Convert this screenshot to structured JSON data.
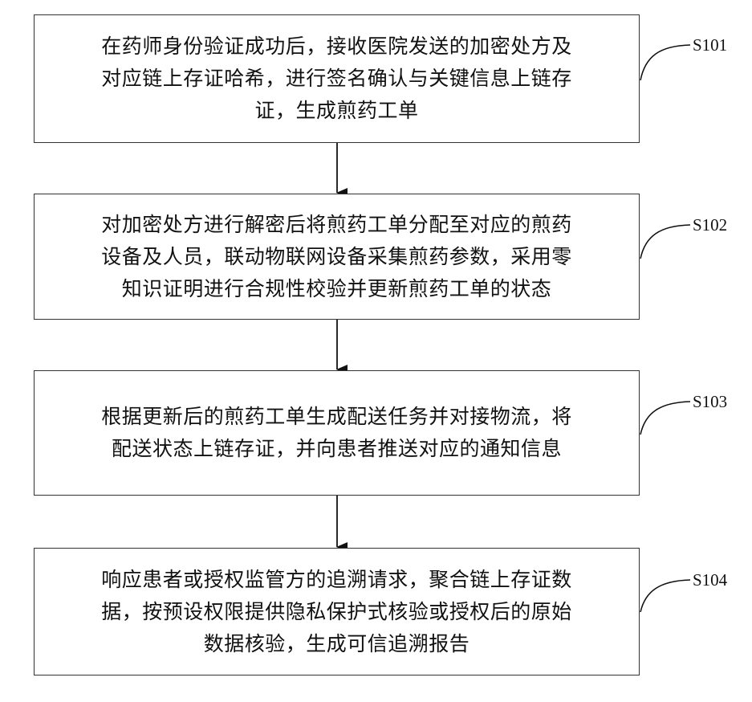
{
  "steps": [
    {
      "id": "S101",
      "lines": [
        "在药师身份验证成功后，接收医院发送的加密处方及",
        "对应链上存证哈希，进行签名确认与关键信息上链存",
        "证，生成煎药工单"
      ]
    },
    {
      "id": "S102",
      "lines": [
        "对加密处方进行解密后将煎药工单分配至对应的煎药",
        "设备及人员，联动物联网设备采集煎药参数，采用零",
        "知识证明进行合规性校验并更新煎药工单的状态"
      ]
    },
    {
      "id": "S103",
      "lines": [
        "根据更新后的煎药工单生成配送任务并对接物流，将",
        "配送状态上链存证，并向患者推送对应的通知信息"
      ]
    },
    {
      "id": "S104",
      "lines": [
        "响应患者或授权监管方的追溯请求，聚合链上存证数",
        "据，按预设权限提供隐私保护式核验或授权后的原始",
        "数据核验，生成可信追溯报告"
      ]
    }
  ]
}
